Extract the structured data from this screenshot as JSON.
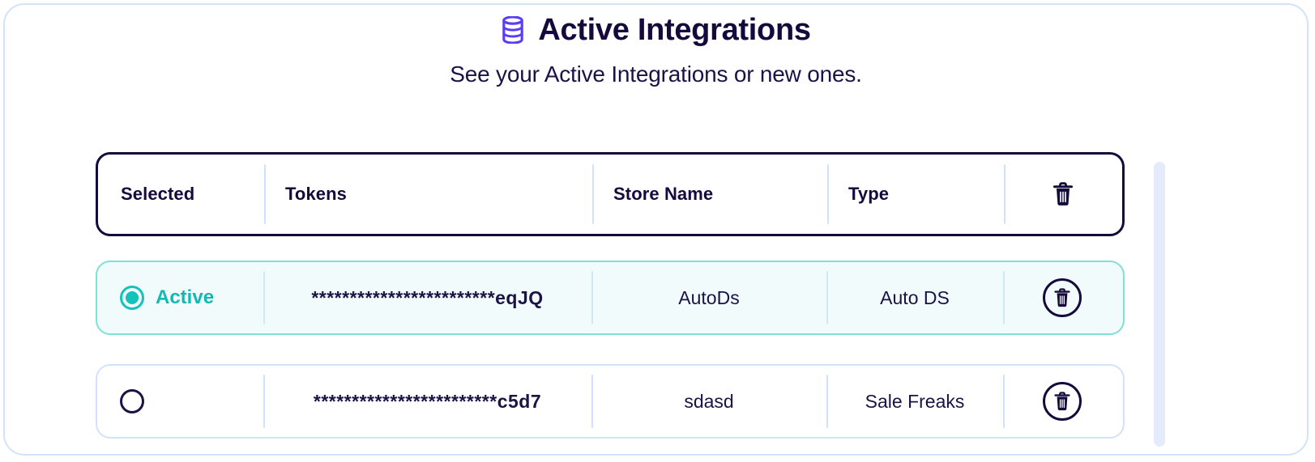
{
  "header": {
    "icon": "database-icon",
    "title": "Active Integrations",
    "subtitle": "See your Active Integrations or new ones."
  },
  "table": {
    "columns": [
      {
        "key": "selected",
        "label": "Selected"
      },
      {
        "key": "tokens",
        "label": "Tokens"
      },
      {
        "key": "store_name",
        "label": "Store Name"
      },
      {
        "key": "type",
        "label": "Type"
      },
      {
        "key": "actions",
        "label": "",
        "icon": "trash-icon"
      }
    ],
    "rows": [
      {
        "selected": true,
        "selected_label": "Active",
        "token": "************************eqJQ",
        "store_name": "AutoDs",
        "type": "Auto DS",
        "delete_icon": "trash-icon"
      },
      {
        "selected": false,
        "selected_label": "",
        "token": "************************c5d7",
        "store_name": "sdasd",
        "type": "Sale Freaks",
        "delete_icon": "trash-icon"
      }
    ]
  },
  "colors": {
    "title": "#140a3c",
    "icon_purple": "#5b3df5",
    "accent_teal": "#12c2bb",
    "row_border": "#d3e2fb",
    "selected_row_bg": "#f1fbfb",
    "selected_row_border": "#7fe0d4",
    "scrollbar": "#e4ecfc"
  }
}
